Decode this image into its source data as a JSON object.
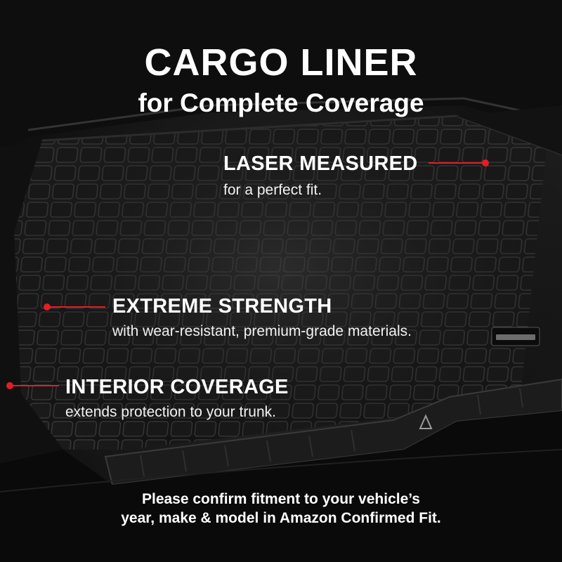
{
  "headline": {
    "title": "CARGO LINER",
    "subtitle": "for Complete Coverage"
  },
  "features": [
    {
      "heading": "LASER MEASURED",
      "description": "for a perfect fit."
    },
    {
      "heading": "EXTREME STRENGTH",
      "description": "with wear-resistant, premium-grade materials."
    },
    {
      "heading": "INTERIOR COVERAGE",
      "description": "extends protection to your trunk."
    }
  ],
  "footer_note": {
    "line1": "Please confirm fitment to your vehicle’s",
    "line2": "year, make & model in Amazon Confirmed Fit."
  },
  "colors": {
    "accent": "#e31e24",
    "text": "#ffffff",
    "background": "#111111"
  },
  "icons": {
    "callout_marker": "red-dot-icon"
  }
}
